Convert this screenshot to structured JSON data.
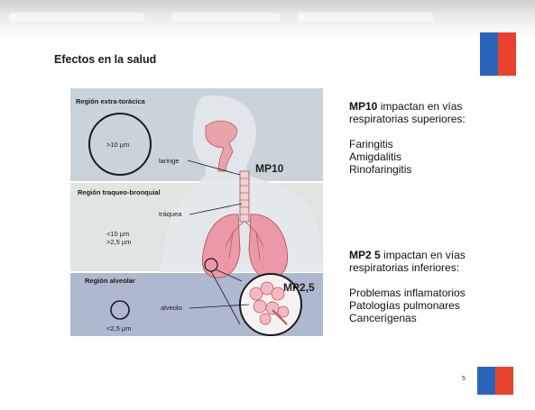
{
  "slide": {
    "title": "Efectos en la salud",
    "page_number": "5"
  },
  "figure": {
    "region_extra": "Región extra-torácica",
    "region_traqueo": "Región traqueo-bronquial",
    "region_alveolar": "Región alveolar",
    "size_large": ">10 µm",
    "size_mid_a": "<10 µm",
    "size_mid_b": ">2,5 µm",
    "size_small": "<2,5 µm",
    "label_laringe": "laringe",
    "label_traquea": "tráquea",
    "label_alveolo": "alveolo",
    "label_mp10": "MP10",
    "label_mp25": "MP2,5"
  },
  "mp10": {
    "head_bold": "MP10",
    "head_line1_rest": " impactan en vías",
    "head_line2": "respiratorias superiores:",
    "items": [
      "Faringitis",
      "Amigdalitis",
      "Rinofaringitis"
    ]
  },
  "mp25": {
    "head_bold": "MP2 5",
    "head_line1_rest": " impactan en vías",
    "head_line2": "respiratorias inferiores:",
    "items": [
      "Problemas inflamatorios",
      "Patologías pulmonares",
      "Cancerígenas"
    ]
  },
  "colors": {
    "flag_blue": "#2a64b8",
    "flag_red": "#e8412e"
  }
}
